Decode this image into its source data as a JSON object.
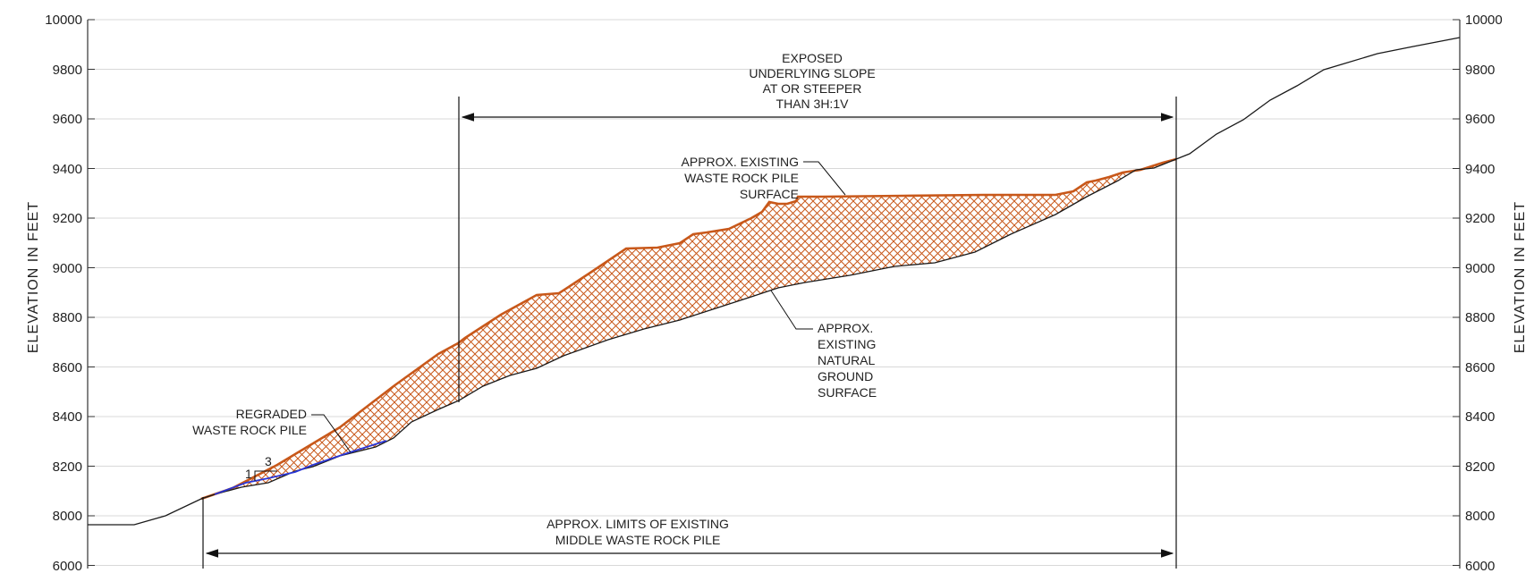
{
  "y_axis": {
    "title_left": "ELEVATION IN FEET",
    "title_right": "ELEVATION IN FEET",
    "ticks": [
      "10000",
      "9800",
      "9600",
      "9400",
      "9200",
      "9000",
      "8800",
      "8600",
      "8400",
      "8200",
      "8000",
      "6000"
    ]
  },
  "annotations": {
    "exposed_slope": [
      "EXPOSED",
      "UNDERLYING SLOPE",
      "AT OR STEEPER",
      "THAN 3H:1V"
    ],
    "existing_pile_surface": [
      "APPROX. EXISTING",
      "WASTE ROCK PILE",
      "SURFACE"
    ],
    "natural_ground": [
      "APPROX.",
      "EXISTING",
      "NATURAL",
      "GROUND",
      "SURFACE"
    ],
    "regraded_pile": [
      "REGRADED",
      "WASTE ROCK PILE"
    ],
    "limits": [
      "APPROX. LIMITS OF EXISTING",
      "MIDDLE WASTE ROCK PILE"
    ],
    "slope_ratio": {
      "rise": "1",
      "run": "3"
    }
  },
  "colors": {
    "waste_rock": "#c8581a",
    "regraded": "#2a36d6",
    "ground": "#1a1a1a",
    "grid": "#d8d8d8"
  }
}
